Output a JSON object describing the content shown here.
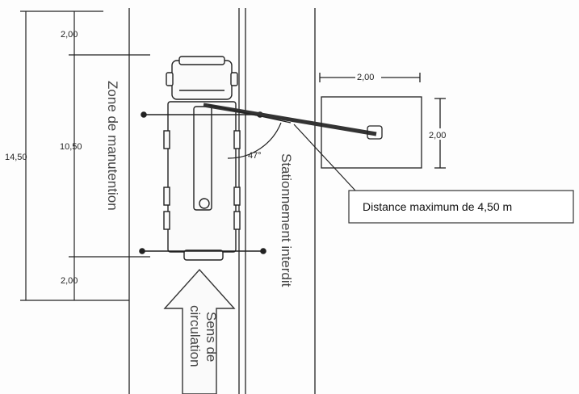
{
  "dimensions": {
    "left_top": "2,00",
    "left_middle": "10,50",
    "left_total": "14,50",
    "left_bottom": "2,00",
    "pad_width": "2,00",
    "pad_height": "2,00",
    "angle": "47°"
  },
  "labels": {
    "handling_zone": "Zone de manutention",
    "no_parking": "Stationnement interdit",
    "traffic_direction_line1": "Sens de",
    "traffic_direction_line2": "circulation",
    "callout": "Distance maximum de 4,50 m"
  },
  "colors": {
    "ink": "#222222",
    "label": "#444444",
    "boom": "#333333"
  }
}
